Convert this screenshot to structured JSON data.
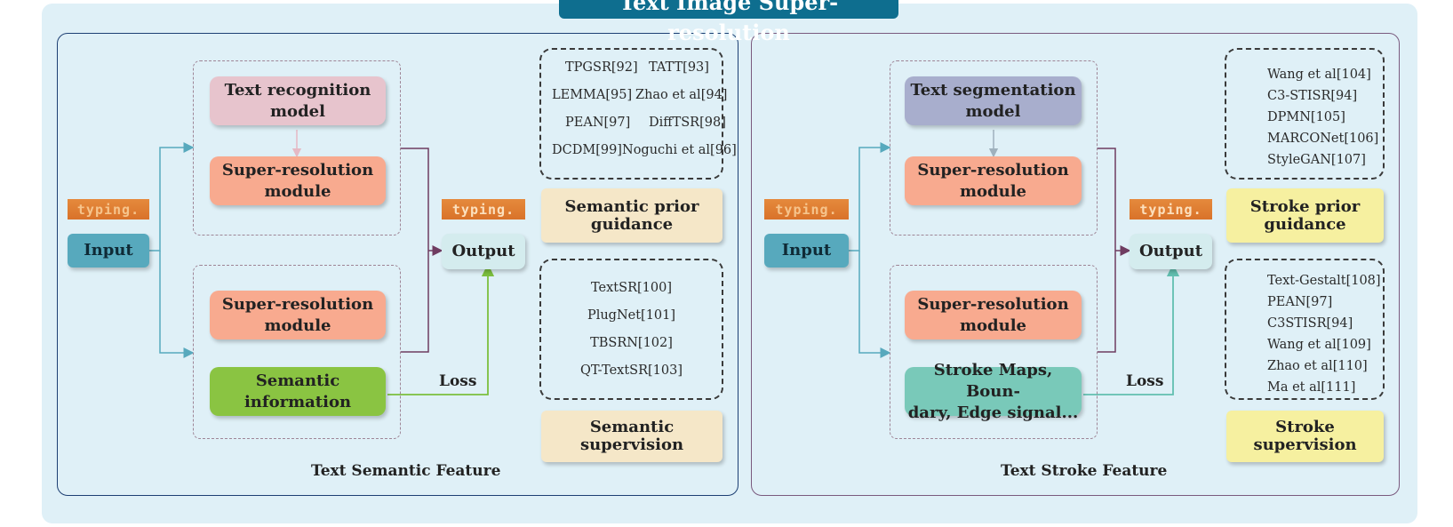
{
  "title": "Text Image Super-resolution",
  "left": {
    "caption": "Text Semantic Feature",
    "input": "Input",
    "output": "Output",
    "thumb_in": "typing.",
    "thumb_out": "typing.",
    "recog_1": "Text recognition",
    "recog_2": "model",
    "sr_top_1": "Super-resolution",
    "sr_top_2": "module",
    "sr_bot_1": "Super-resolution",
    "sr_bot_2": "module",
    "info_1": "Semantic",
    "info_2": "information",
    "loss": "Loss",
    "refs_top": [
      "TPGSR[92]",
      "TATT[93]",
      "LEMMA[95]",
      "Zhao et al[94]",
      "PEAN[97]",
      "DiffTSR[98]",
      "DCDM[99]",
      "Noguchi et al[96]"
    ],
    "refs_bottom": [
      "TextSR[100]",
      "PlugNet[101]",
      "TBSRN[102]",
      "QT-TextSR[103]"
    ],
    "prior_1": "Semantic prior",
    "prior_2": "guidance",
    "sup_1": "Semantic",
    "sup_2": "supervision"
  },
  "right": {
    "caption": "Text Stroke Feature",
    "input": "Input",
    "output": "Output",
    "thumb_in": "typing.",
    "thumb_out": "typing.",
    "seg_1": "Text segmentation",
    "seg_2": "model",
    "sr_top_1": "Super-resolution",
    "sr_top_2": "module",
    "sr_bot_1": "Super-resolution",
    "sr_bot_2": "module",
    "stroke_1": "Stroke Maps, Boun-",
    "stroke_2": "dary, Edge signal...",
    "loss": "Loss",
    "refs_top": [
      "Wang et al[104]",
      "C3-STISR[94]",
      "DPMN[105]",
      "MARCONet[106]",
      "StyleGAN[107]"
    ],
    "refs_bottom": [
      "Text-Gestalt[108]",
      "PEAN[97]",
      "C3STISR[94]",
      "Wang et al[109]",
      "Zhao et al[110]",
      "Ma et al[111]"
    ],
    "prior_1": "Stroke prior",
    "prior_2": "guidance",
    "sup_1": "Stroke",
    "sup_2": "supervision"
  },
  "colors": {
    "background": "#dff0f7",
    "title_bg": "#0e6e8f",
    "input": "#57a9bd",
    "salmon": "#f8aa8f",
    "green": "#8ac442",
    "teal": "#79c9b9",
    "cream": "#f5e7c8",
    "yellow": "#f6f0a0"
  }
}
